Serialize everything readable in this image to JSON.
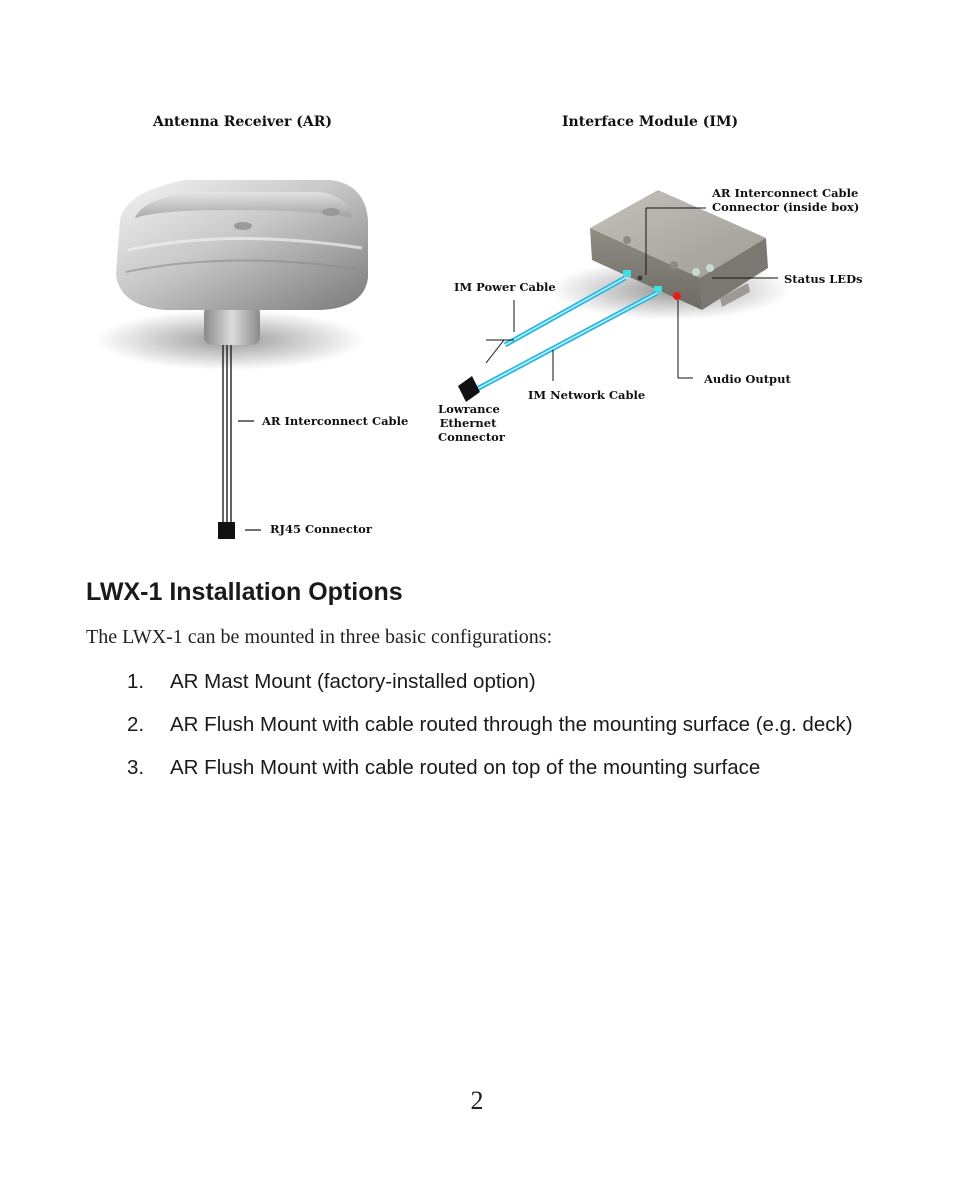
{
  "figure": {
    "ar_title": "Antenna Receiver (AR)",
    "im_title": "Interface Module (IM)",
    "labels": {
      "ar_interconnect_cable_connector": "AR Interconnect Cable\nConnector (inside box)",
      "status_leds": "Status LEDs",
      "im_power_cable": "IM Power Cable",
      "audio_output": "Audio Output",
      "im_network_cable": "IM Network Cable",
      "lowrance_ethernet_connector": "Lowrance\nEthernet\nConnector",
      "ar_interconnect_cable": "AR Interconnect Cable",
      "rj45_connector": "RJ45 Connector"
    }
  },
  "section": {
    "heading": "LWX-1 Installation Options",
    "intro": "The LWX-1 can be mounted in three basic configurations:",
    "options": [
      {
        "number": "1.",
        "text": "AR Mast Mount (factory-installed option)"
      },
      {
        "number": "2.",
        "text": "AR Flush Mount with cable routed through the mounting surface (e.g. deck)"
      },
      {
        "number": "3.",
        "text": "AR Flush Mount with cable routed on top of the mounting surface"
      }
    ]
  },
  "page_number": "2"
}
